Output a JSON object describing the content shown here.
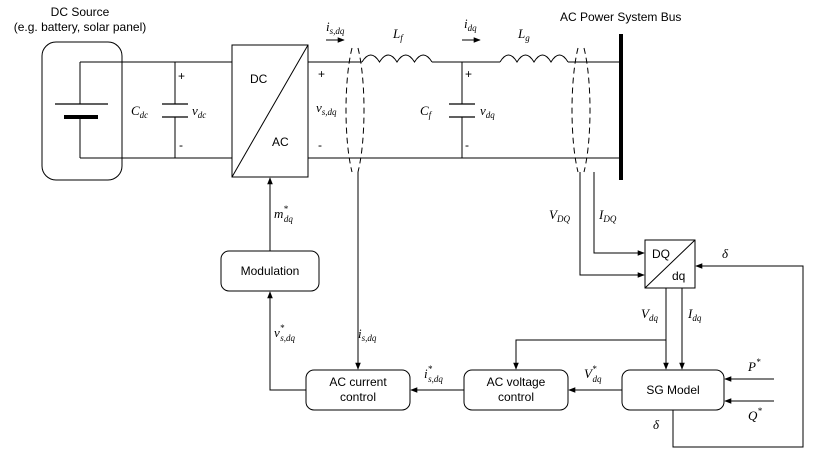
{
  "labels": {
    "dc_source_title": "DC Source",
    "dc_source_sub": "(e.g. battery, solar panel)",
    "ac_bus": "AC Power System Bus",
    "converter_dc": "DC",
    "converter_ac": "AC",
    "plus": "+",
    "minus": "-",
    "modulation": "Modulation",
    "current_control_1": "AC current",
    "current_control_2": "control",
    "voltage_control_1": "AC voltage",
    "voltage_control_2": "control",
    "sg_model": "SG Model",
    "dq_top": "DQ",
    "dq_bottom": "dq"
  },
  "symbols": {
    "c_dc": {
      "main": "C",
      "sub": "dc"
    },
    "v_dc": {
      "main": "v",
      "sub": "dc"
    },
    "v_sdq": {
      "main": "v",
      "sub": "s,dq"
    },
    "i_sdq_top": {
      "main": "i",
      "sub": "s,dq"
    },
    "l_f": {
      "main": "L",
      "sub": "f"
    },
    "i_dq": {
      "main": "i",
      "sub": "dq"
    },
    "l_g": {
      "main": "L",
      "sub": "g"
    },
    "c_f": {
      "main": "C",
      "sub": "f"
    },
    "v_dq": {
      "main": "v",
      "sub": "dq"
    },
    "m_dq": {
      "main": "m",
      "sup": "*",
      "sub": "dq"
    },
    "v_sdq_ref": {
      "main": "v",
      "sup": "*",
      "sub": "s,dq"
    },
    "i_sdq_mid": {
      "main": "i",
      "sub": "s,dq"
    },
    "i_sdq_ref": {
      "main": "i",
      "sup": "*",
      "sub": "s,dq"
    },
    "V_dq_ref": {
      "main": "V",
      "sup": "*",
      "sub": "dq"
    },
    "V_DQ": {
      "main": "V",
      "sub": "DQ"
    },
    "I_DQ": {
      "main": "I",
      "sub": "DQ"
    },
    "V_dq": {
      "main": "V",
      "sub": "dq"
    },
    "I_dq": {
      "main": "I",
      "sub": "dq"
    },
    "delta_top": {
      "main": "δ"
    },
    "delta_bottom": {
      "main": "δ"
    },
    "P_ref": {
      "main": "P",
      "sup": "*"
    },
    "Q_ref": {
      "main": "Q",
      "sup": "*"
    }
  }
}
